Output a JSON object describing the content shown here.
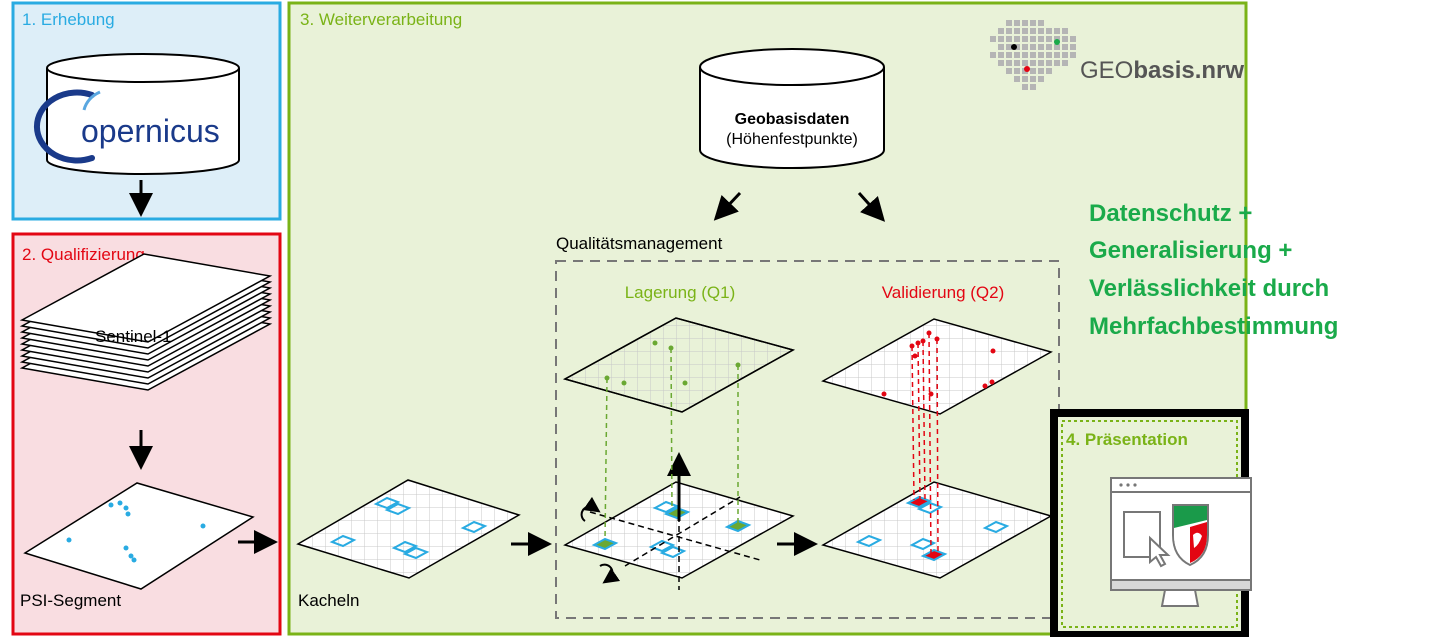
{
  "sections": {
    "erhebung": {
      "title": "1. Erhebung",
      "color": "#29abe2"
    },
    "qualifizierung": {
      "title": "2. Qualifizierung",
      "color": "#e30613"
    },
    "weiterverarbeitung": {
      "title": "3. Weiterverarbeitung",
      "color": "#7ab317"
    },
    "praesentation": {
      "title": "4. Präsentation",
      "color": "#7ab317"
    }
  },
  "copernicus": {
    "logo_text": "opernicus"
  },
  "sentinel": {
    "label": "Sentinel-1"
  },
  "psi": {
    "label": "PSI-Segment"
  },
  "kacheln": {
    "label": "Kacheln"
  },
  "geobasis": {
    "title": "Geobasisdaten",
    "subtitle": "(Höhenfestpunkte)"
  },
  "logo": {
    "prefix": "GEO",
    "bold": "basis",
    "suffix": ".nrw"
  },
  "qm": {
    "title": "Qualitätsmanagement",
    "q1": "Lagerung (Q1)",
    "q2": "Validierung (Q2)",
    "q1_color": "#7ab317",
    "q2_color": "#e30613"
  },
  "callout": {
    "lines": [
      "Datenschutz +",
      "Generalisierung +",
      "Verlässlichkeit durch",
      "Mehrfachbestimmung"
    ],
    "color": "#1aaa4a"
  },
  "colors": {
    "tile_square": "#29abe2",
    "green_fill": "#6aa832",
    "red_fill": "#e30613"
  }
}
